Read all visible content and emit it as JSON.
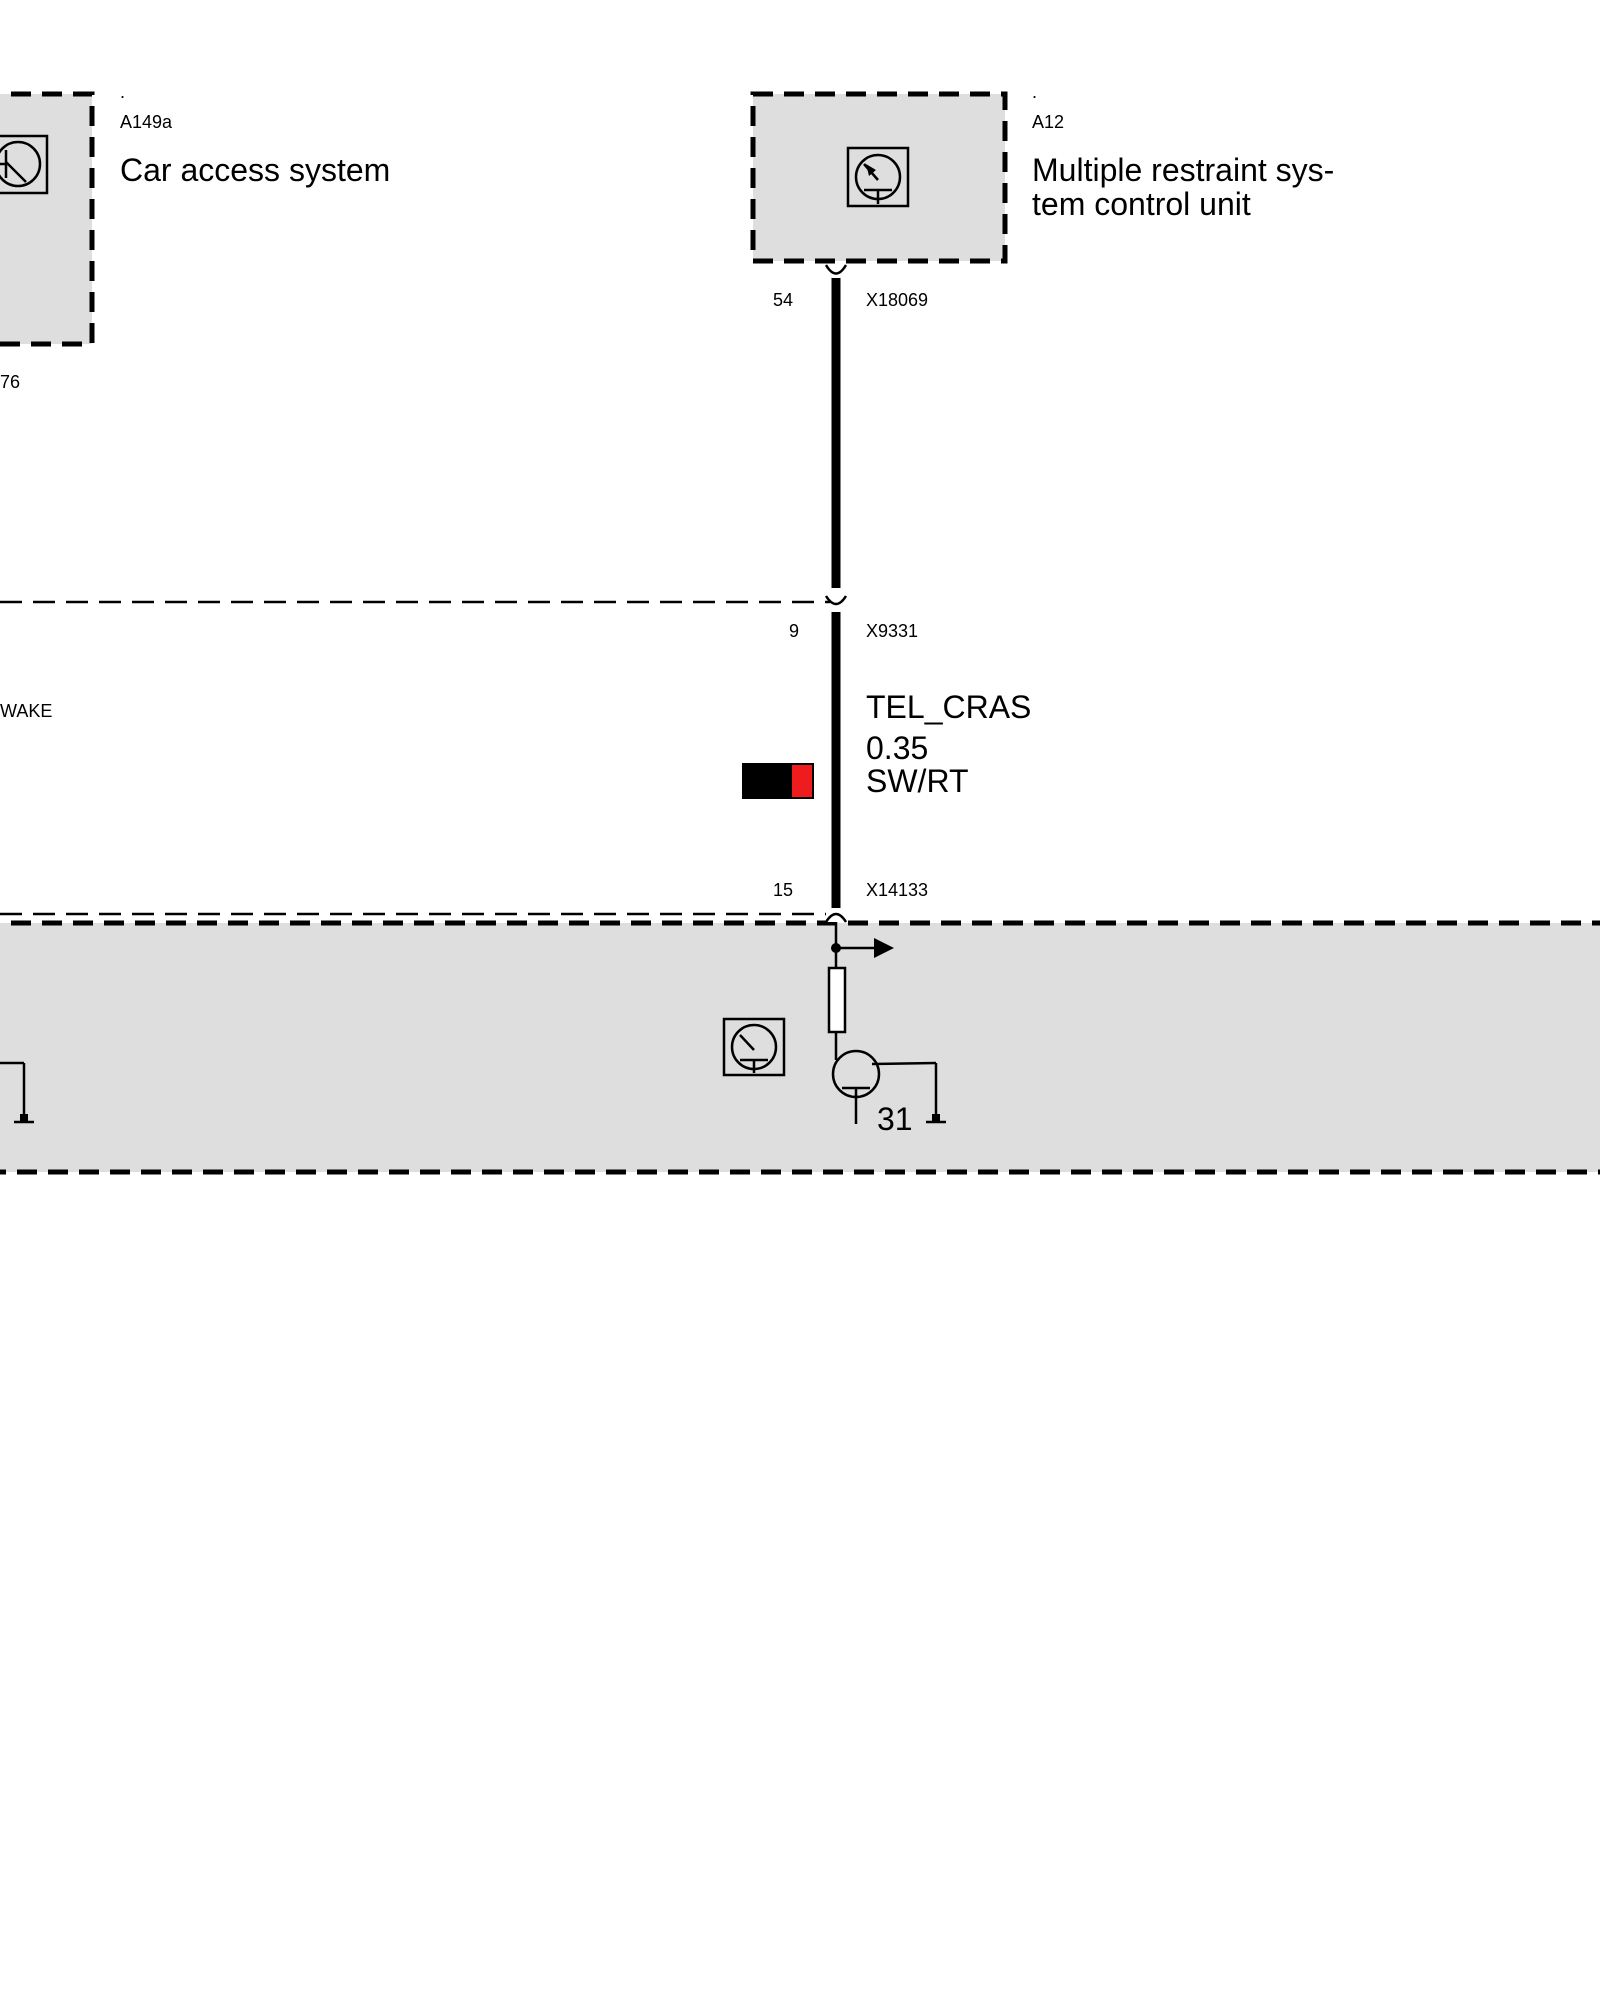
{
  "components": {
    "car_access": {
      "dot": ".",
      "code": "A149a",
      "name": "Car access system",
      "pin": "76"
    },
    "restraint": {
      "dot": ".",
      "code": "A12",
      "name_line1": "Multiple restraint sys-",
      "name_line2": "tem control unit"
    }
  },
  "connectors": {
    "top": {
      "pin": "54",
      "id": "X18069"
    },
    "middle": {
      "pin": "9",
      "id": "X9331"
    },
    "bottom": {
      "pin": "15",
      "id": "X14133"
    }
  },
  "wire": {
    "signal": "TEL_CRAS",
    "cross_section": "0.35",
    "color_code": "SW/RT",
    "colors": {
      "primary": "#000000",
      "stripe": "#ee1c1c"
    }
  },
  "left_signal": "WAKE",
  "ground_label": "31",
  "colors": {
    "box_fill": "#dedede",
    "line": "#000000"
  }
}
